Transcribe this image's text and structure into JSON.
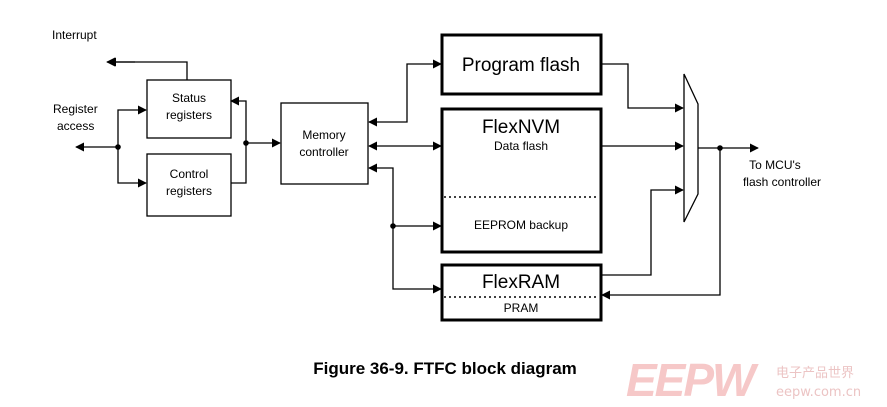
{
  "labels": {
    "interrupt": "Interrupt",
    "register_access_1": "Register",
    "register_access_2": "access",
    "status_registers_1": "Status",
    "status_registers_2": "registers",
    "control_registers_1": "Control",
    "control_registers_2": "registers",
    "memory_controller_1": "Memory",
    "memory_controller_2": "controller",
    "program_flash": "Program flash",
    "flexnvm": "FlexNVM",
    "data_flash": "Data flash",
    "eeprom_backup": "EEPROM backup",
    "flexram": "FlexRAM",
    "pram": "PRAM",
    "to_mcu_1": "To MCU's",
    "to_mcu_2": "flash controller"
  },
  "caption": "Figure 36-9. FTFC block diagram",
  "watermark": {
    "logo": "EEPW",
    "cn_text": "电子产品世界",
    "domain": "eepw.com.cn"
  }
}
